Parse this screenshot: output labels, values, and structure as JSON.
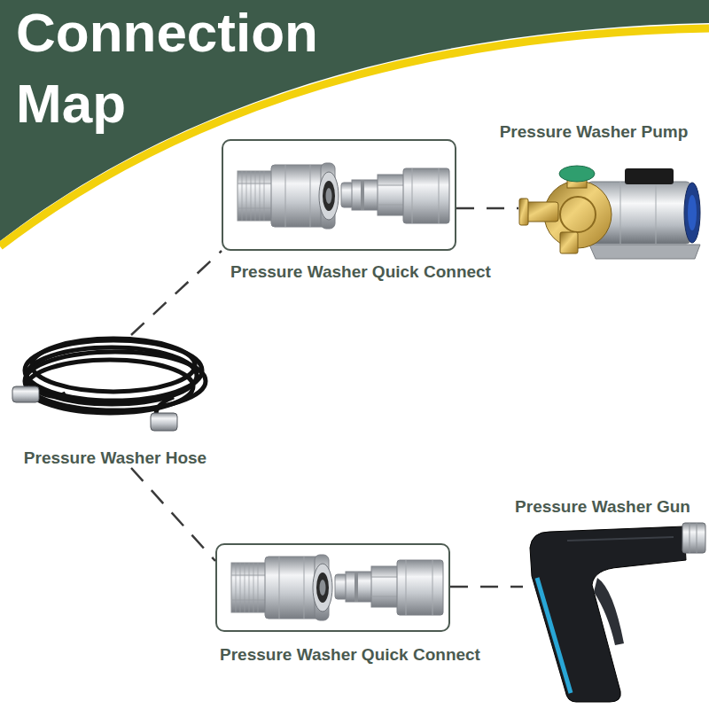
{
  "diagram": {
    "title": "Connection Map",
    "nodes": [
      {
        "text": [
          "Pressure Washer Quick Connect"
        ]
      },
      {
        "text": [
          "Pressure Washer Pump"
        ]
      },
      {
        "text": [
          "Pressure Washer Hose"
        ]
      },
      {
        "text": [
          "Pressure Washer Gun"
        ]
      },
      {
        "text": [
          "Pressure Washer Quick Connect"
        ]
      }
    ],
    "edges": [
      {
        "from": 2,
        "to": 0,
        "arrow": "none"
      },
      {
        "from": 0,
        "to": 1,
        "arrow": "none"
      },
      {
        "from": 2,
        "to": 4,
        "arrow": "none"
      },
      {
        "from": 4,
        "to": 3,
        "arrow": "none"
      }
    ]
  }
}
